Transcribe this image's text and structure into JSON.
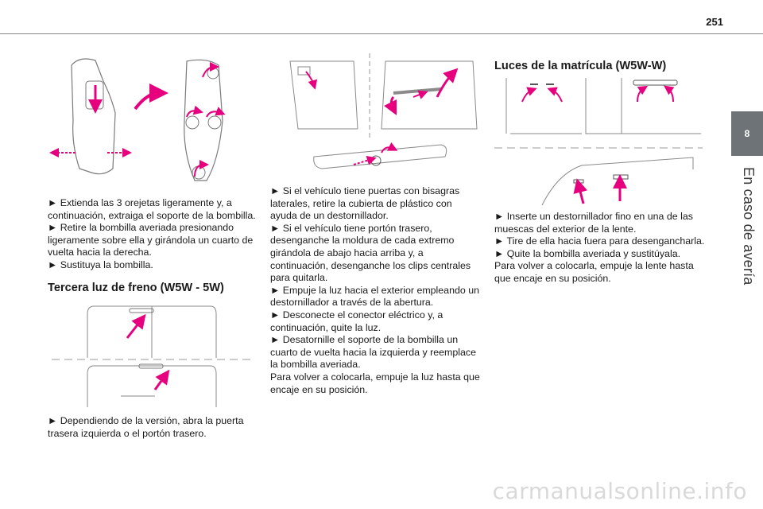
{
  "page": {
    "number": "251",
    "chapter_number": "8",
    "chapter_title": "En caso de avería"
  },
  "col1": {
    "p1": "► Extienda las 3 orejetas ligeramente y, a continuación, extraiga el soporte de la bombilla.",
    "p2": "► Retire la bombilla averiada presionando ligeramente sobre ella y girándola un cuarto de vuelta hacia la derecha.",
    "p3": "► Sustituya la bombilla.",
    "heading": "Tercera luz de freno (W5W - 5W)",
    "p4": "► Dependiendo de la versión, abra la puerta trasera izquierda o el portón trasero."
  },
  "col2": {
    "p1": "► Si el vehículo tiene puertas con bisagras laterales, retire la cubierta de plástico con ayuda de un destornillador.",
    "p2": "► Si el vehículo tiene portón trasero, desenganche la moldura de cada extremo girándola de abajo hacia arriba y, a continuación, desenganche los clips centrales para quitarla.",
    "p3": "► Empuje la luz hacia el exterior empleando un destornillador a través de la abertura.",
    "p4": "► Desconecte el conector eléctrico y, a continuación, quite la luz.",
    "p5": "► Desatornille el soporte de la bombilla un cuarto de vuelta hacia la izquierda y reemplace la bombilla averiada.",
    "p6": "Para volver a colocarla, empuje la luz hasta que encaje en su posición."
  },
  "col3": {
    "heading": "Luces de la matrícula (W5W-W)",
    "p1": "► Inserte un destornillador fino en una de las muescas del exterior de la lente.",
    "p2": "► Tire de ella hacia fuera para desengancharla.",
    "p3": "► Quite la bombilla averiada y sustitúyala.",
    "p4": "Para volver a colocarla, empuje la lente hasta que encaje en su posición."
  },
  "watermark": "carmanualsonline.info",
  "colors": {
    "arrow": "#e6007e",
    "line": "#6a6a6a",
    "tab": "#6e7377"
  }
}
